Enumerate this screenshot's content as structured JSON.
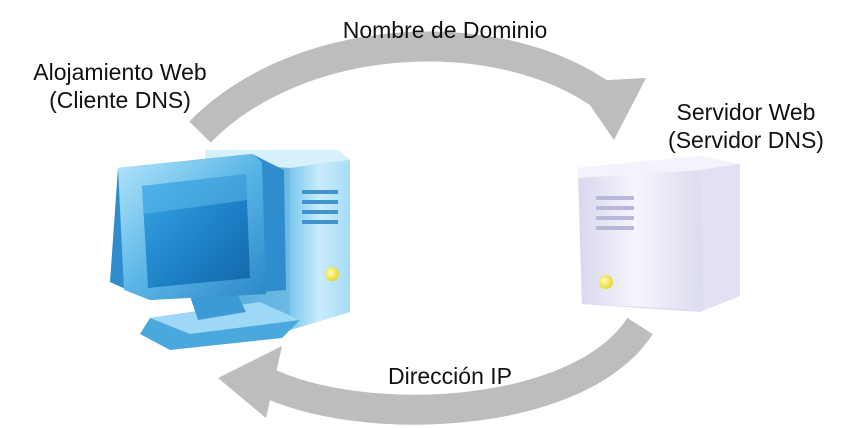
{
  "flow_top": {
    "label": "Nombre de Dominio"
  },
  "flow_bottom": {
    "label": "Dirección IP"
  },
  "client": {
    "line1": "Alojamiento Web",
    "line2": "(Cliente DNS)"
  },
  "server": {
    "line1": "Servidor Web",
    "line2": "(Servidor DNS)"
  },
  "colors": {
    "arrow": "#bdbdbd",
    "client_device": "#5ab6e6",
    "server_device": "#ecebf7",
    "led": "#f0e43a"
  },
  "icons": {
    "client": "desktop-computer-icon",
    "server": "server-tower-icon",
    "top_arrow": "curved-arrow-right",
    "bottom_arrow": "curved-arrow-left"
  }
}
